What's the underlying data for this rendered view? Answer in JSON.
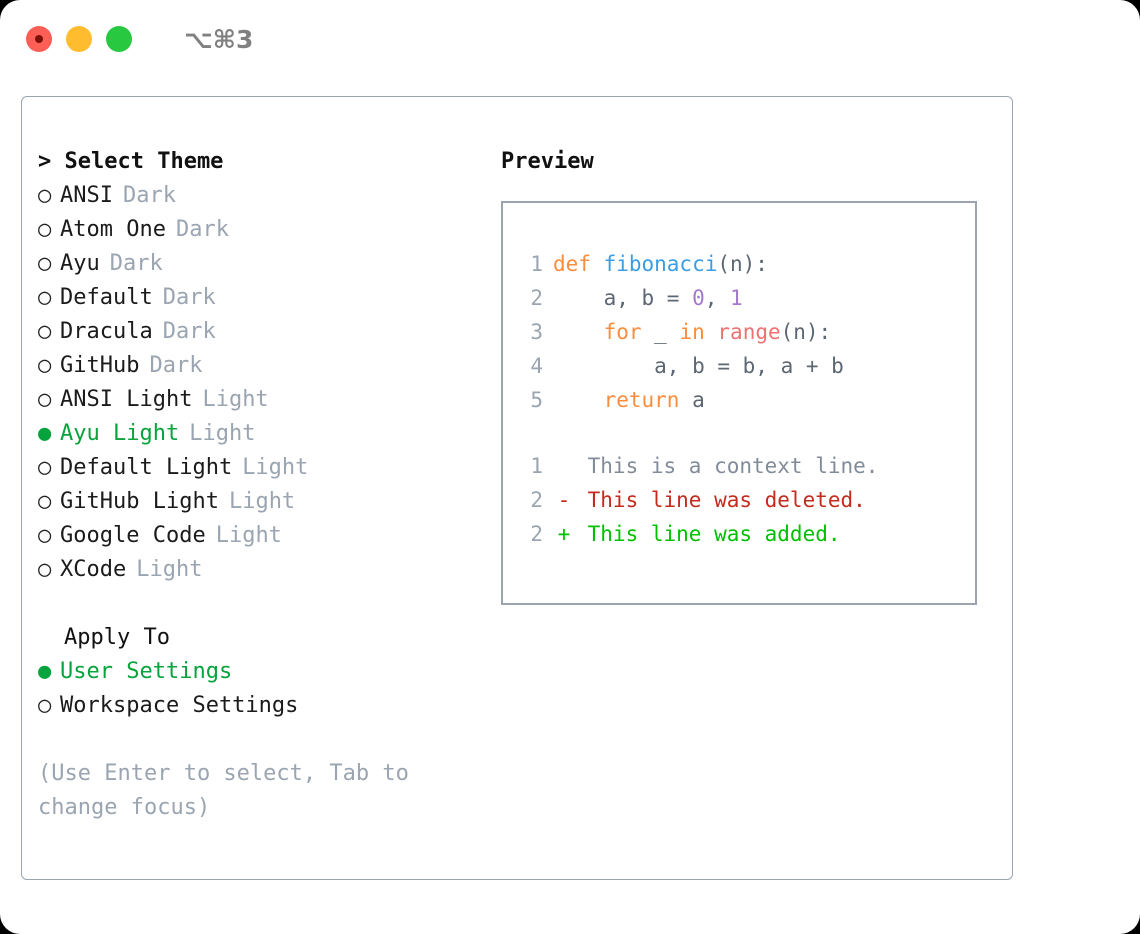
{
  "window": {
    "traffic_lights": [
      {
        "name": "close",
        "color": "#FD5F57"
      },
      {
        "name": "minimize",
        "color": "#FEBC2E"
      },
      {
        "name": "zoom",
        "color": "#28C840"
      }
    ],
    "shortcut_label": "⌥⌘3"
  },
  "theme_picker": {
    "header": "> Select Theme",
    "focused": true,
    "bullet_empty": "○",
    "bullet_filled": "●",
    "items": [
      {
        "name": "ANSI",
        "tag": "Dark",
        "selected": false
      },
      {
        "name": "Atom One",
        "tag": "Dark",
        "selected": false
      },
      {
        "name": "Ayu",
        "tag": "Dark",
        "selected": false
      },
      {
        "name": "Default",
        "tag": "Dark",
        "selected": false
      },
      {
        "name": "Dracula",
        "tag": "Dark",
        "selected": false
      },
      {
        "name": "GitHub",
        "tag": "Dark",
        "selected": false
      },
      {
        "name": "ANSI Light",
        "tag": "Light",
        "selected": false
      },
      {
        "name": "Ayu Light",
        "tag": "Light",
        "selected": true
      },
      {
        "name": "Default Light",
        "tag": "Light",
        "selected": false
      },
      {
        "name": "GitHub Light",
        "tag": "Light",
        "selected": false
      },
      {
        "name": "Google Code",
        "tag": "Light",
        "selected": false
      },
      {
        "name": "XCode",
        "tag": "Light",
        "selected": false
      }
    ]
  },
  "apply_to": {
    "header": "Apply To",
    "focused": false,
    "items": [
      {
        "name": "User Settings",
        "selected": true
      },
      {
        "name": "Workspace Settings",
        "selected": false
      }
    ]
  },
  "hint": "(Use Enter to select, Tab to change focus)",
  "preview": {
    "title": "Preview",
    "code_lines": [
      {
        "number": "1",
        "tokens": [
          {
            "text": "def ",
            "kind": "kw"
          },
          {
            "text": "fibonacci",
            "kind": "fn"
          },
          {
            "text": "(n):",
            "kind": "pl"
          }
        ]
      },
      {
        "number": "2",
        "tokens": [
          {
            "text": "    a, b = ",
            "kind": "pl"
          },
          {
            "text": "0",
            "kind": "num"
          },
          {
            "text": ", ",
            "kind": "pl"
          },
          {
            "text": "1",
            "kind": "num"
          }
        ]
      },
      {
        "number": "3",
        "tokens": [
          {
            "text": "    ",
            "kind": "pl"
          },
          {
            "text": "for",
            "kind": "kw"
          },
          {
            "text": " _ ",
            "kind": "pl"
          },
          {
            "text": "in",
            "kind": "kw"
          },
          {
            "text": " ",
            "kind": "pl"
          },
          {
            "text": "range",
            "kind": "ent"
          },
          {
            "text": "(n):",
            "kind": "pl"
          }
        ]
      },
      {
        "number": "4",
        "tokens": [
          {
            "text": "        a, b = b, a + b",
            "kind": "pl"
          }
        ]
      },
      {
        "number": "5",
        "tokens": [
          {
            "text": "    ",
            "kind": "pl"
          },
          {
            "text": "return",
            "kind": "kw"
          },
          {
            "text": " a",
            "kind": "pl"
          }
        ]
      }
    ],
    "diff_lines": [
      {
        "number": "1",
        "marker": " ",
        "text": " This is a context line.",
        "kind": "ctx"
      },
      {
        "number": "2",
        "marker": "-",
        "text": " This line was deleted.",
        "kind": "del"
      },
      {
        "number": "2",
        "marker": "+",
        "text": " This line was added.",
        "kind": "add"
      }
    ]
  },
  "colors": {
    "accent_green": "#07A33C",
    "muted_gray": "#9aa5b1",
    "keyword": "#FA8D3E",
    "function": "#399EE6",
    "number": "#A37ACC",
    "entity": "#F07171",
    "plain": "#5C6773",
    "diff_add": "#00C000",
    "diff_del": "#C42B1C"
  }
}
